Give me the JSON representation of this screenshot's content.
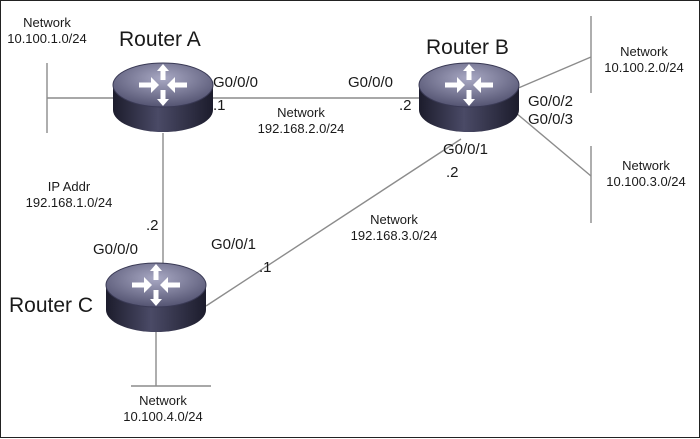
{
  "colors": {
    "background": "#ffffff",
    "line": "#8c8c8c",
    "router_body": "#2f2f45",
    "router_top": "#6f6f90",
    "arrow": "#ffffff"
  },
  "routers": {
    "a": {
      "name": "Router A"
    },
    "b": {
      "name": "Router B"
    },
    "c": {
      "name": "Router C"
    }
  },
  "networks": {
    "net_a_lan": {
      "label": "Network",
      "subnet": "10.100.1.0/24"
    },
    "net_b_lan1": {
      "label": "Network",
      "subnet": "10.100.2.0/24"
    },
    "net_b_lan2": {
      "label": "Network",
      "subnet": "10.100.3.0/24"
    },
    "net_c_lan": {
      "label": "Network",
      "subnet": "10.100.4.0/24"
    },
    "net_ab": {
      "label": "Network",
      "subnet": "192.168.2.0/24"
    },
    "net_bc": {
      "label": "Network",
      "subnet": "192.168.3.0/24"
    },
    "net_ac": {
      "label": "IP Addr",
      "subnet": "192.168.1.0/24"
    }
  },
  "interfaces": {
    "a_g000": {
      "name": "G0/0/0",
      "host": ".1"
    },
    "b_g000": {
      "name": "G0/0/0",
      "host": ".2"
    },
    "b_g001": {
      "name": "G0/0/1",
      "host": ".2"
    },
    "b_g002": {
      "name": "G0/0/2"
    },
    "b_g003": {
      "name": "G0/0/3"
    },
    "c_g000": {
      "name": "G0/0/0",
      "host": ".2"
    },
    "c_g001": {
      "name": "G0/0/1",
      "host": ".1"
    }
  }
}
